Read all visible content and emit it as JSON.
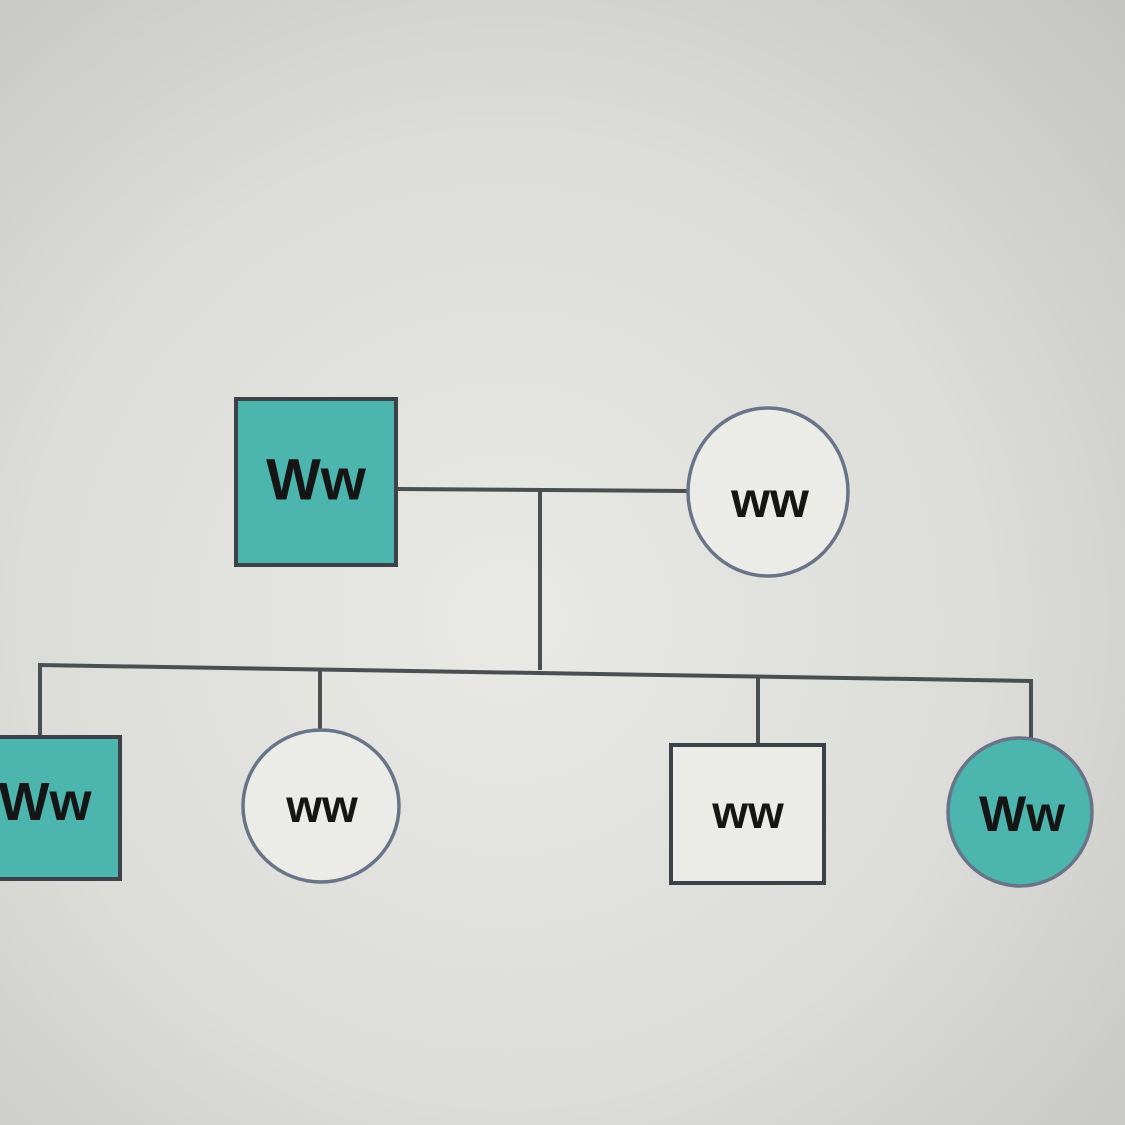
{
  "colors": {
    "affected": "#4cb5ad",
    "unaffected": "#ebebe8"
  },
  "pedigree": {
    "parents": {
      "father": {
        "sex": "male",
        "genotype": "Ww",
        "affected": true
      },
      "mother": {
        "sex": "female",
        "genotype": "ww",
        "affected": false
      }
    },
    "children": [
      {
        "sex": "male",
        "genotype": "Ww",
        "affected": true
      },
      {
        "sex": "female",
        "genotype": "ww",
        "affected": false
      },
      {
        "sex": "male",
        "genotype": "ww",
        "affected": false
      },
      {
        "sex": "female",
        "genotype": "Ww",
        "affected": true
      }
    ]
  }
}
